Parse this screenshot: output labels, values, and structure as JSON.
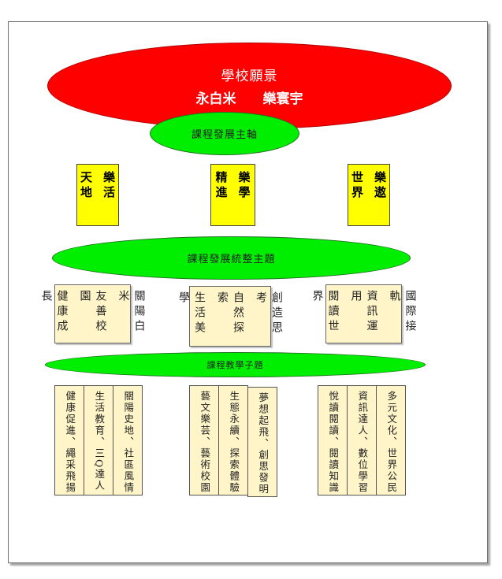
{
  "vision": {
    "title": "學校願景",
    "item1": "永白米",
    "item2": "樂寰宇"
  },
  "main_axis": "課程發展主軸",
  "pillars": [
    "樂活天地",
    "樂學精進",
    "樂遨世界"
  ],
  "pillar_columns": [
    [
      "樂活",
      "天地"
    ],
    [
      "樂學",
      "精進"
    ],
    [
      "樂遨",
      "世界"
    ]
  ],
  "unified_theme": "課程發展統整主題",
  "themes": [
    {
      "columns": [
        "關陽白米",
        "友善校園",
        "健康成長"
      ]
    },
    {
      "columns": [
        "創造思考",
        "自然探索",
        "生活美學"
      ]
    },
    {
      "columns": [
        "國際接軌",
        "資訊運用",
        "閱讀世界"
      ]
    }
  ],
  "subtheme_label": "課程教學子題",
  "subthemes": [
    [
      "關陽史地、社區風情",
      "生活教育、三Q達人",
      "健康促進、繩采飛揚"
    ],
    [
      "夢想起飛、創思發明",
      "生態永續、探索體驗",
      "藝文樂芸、藝術校園"
    ],
    [
      "多元文化、世界公民",
      "資訊達人、數位學習",
      "悅讀閱讀、閱讀知識"
    ]
  ],
  "colors": {
    "vision": "#ff0000",
    "ellipse": "#00ee00",
    "pillar": "#ffff00",
    "box": "#fff5c8"
  }
}
